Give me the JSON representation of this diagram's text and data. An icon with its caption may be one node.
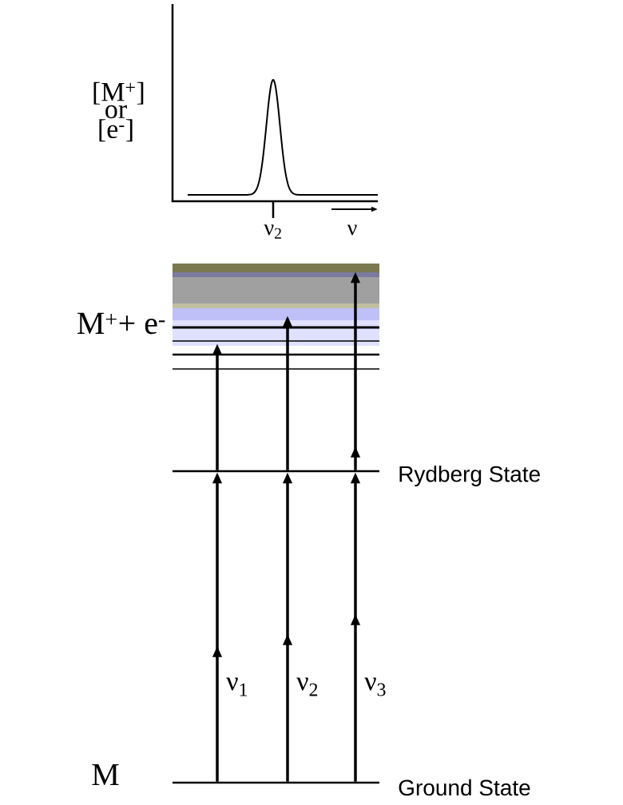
{
  "diagram": {
    "nodes": [
      {
        "text": [
          "M$^{+}$+ e$^{-}$"
        ]
      },
      {
        "text": [
          "Rydberg State"
        ]
      },
      {
        "text": [
          "M",
          "Ground State"
        ]
      }
    ],
    "edges": [
      {
        "from": 2,
        "to": 1,
        "arrow": "to",
        "label": "ν$_{1}$"
      },
      {
        "from": 2,
        "to": 1,
        "arrow": "to",
        "label": "ν$_{2}$"
      },
      {
        "from": 2,
        "to": 1,
        "arrow": "to",
        "label": "ν$_{3}$"
      },
      {
        "from": 1,
        "to": 0,
        "arrow": "to"
      },
      {
        "from": 1,
        "to": 0,
        "arrow": "to"
      },
      {
        "from": 1,
        "to": 0,
        "arrow": "to"
      }
    ],
    "labels": [
      "[M$^{+}$] or [e$^{-}$]",
      "ν$_{2}$",
      "ν"
    ]
  }
}
